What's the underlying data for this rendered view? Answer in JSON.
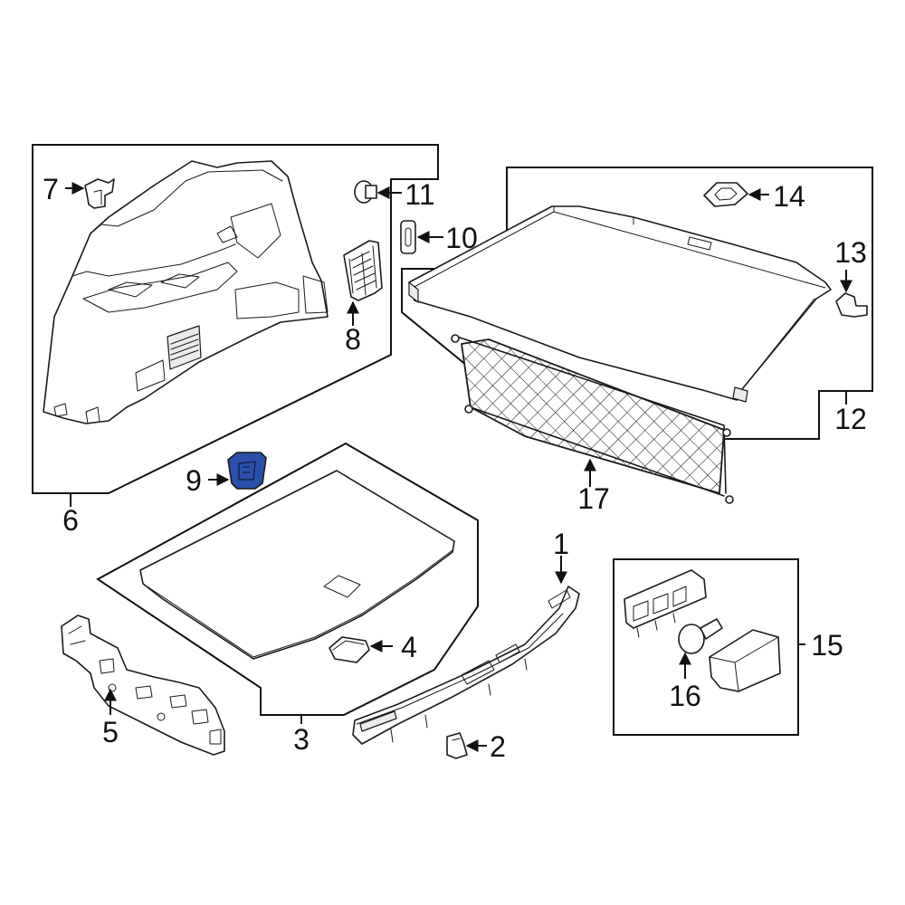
{
  "highlight_color": "#2a4fa8",
  "callouts": {
    "c1": "1",
    "c2": "2",
    "c3": "3",
    "c4": "4",
    "c5": "5",
    "c6": "6",
    "c7": "7",
    "c8": "8",
    "c9": "9",
    "c10": "10",
    "c11": "11",
    "c12": "12",
    "c13": "13",
    "c14": "14",
    "c15": "15",
    "c16": "16",
    "c17": "17"
  }
}
